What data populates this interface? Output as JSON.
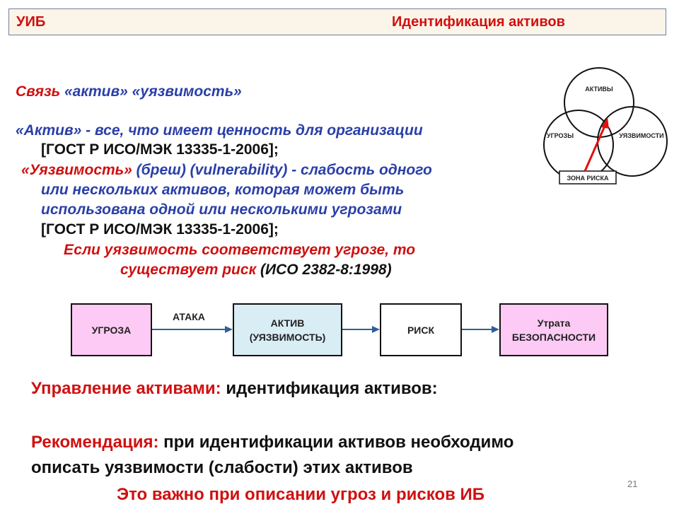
{
  "header": {
    "left": "УИБ",
    "right": "Идентификация активов"
  },
  "intro": {
    "link_title_1": "Связь ",
    "link_title_2": "«актив» «уязвимость»",
    "asset_term": "«Актив» -  ",
    "asset_def": "все, что имеет ценность для организации",
    "asset_ref": "[ГОСТ Р ИСО/МЭК 13335-1-2006];",
    "vuln_term": "«Уязвимость»",
    "vuln_def_1": " (бреш) (vulnerability) - слабость одного",
    "vuln_def_2": "или нескольких активов, которая может быть",
    "vuln_def_3": "использована одной или несколькими угрозами",
    "vuln_ref": "[ГОСТ Р ИСО/МЭК 13335-1-2006];",
    "risk_1": "Если уязвимость соответствует угрозе, то",
    "risk_2": "существует риск ",
    "risk_ref": "(ИСО 2382-8:1998)"
  },
  "venn": {
    "assets": "АКТИВЫ",
    "threats": "УГРОЗЫ",
    "vulnerabilities": "УЯЗВИМОСТИ",
    "risk_zone": "ЗОНА РИСКА",
    "arrow_color": "#e01010"
  },
  "flow": {
    "threat": "УГРОЗА",
    "attack": "АТАКА",
    "asset_1": "АКТИВ",
    "asset_2": "(УЯЗВИМОСТЬ)",
    "risk": "РИСК",
    "loss_1": "Утрата",
    "loss_2": "БЕЗОПАСНОСТИ",
    "colors": {
      "pink": "#fccaf4",
      "light_blue": "#d9edf5",
      "arrow": "#2f5f99"
    }
  },
  "bottom": {
    "mgmt_label": "Управление активами:",
    "mgmt_text": " идентификация активов:",
    "rec_label": "Рекомендация:",
    "rec_text_1": " при идентификации активов необходимо",
    "rec_text_2": "описать уязвимости (слабости) этих активов",
    "important": "Это важно при описании угроз и рисков ИБ"
  },
  "page_number": "21"
}
